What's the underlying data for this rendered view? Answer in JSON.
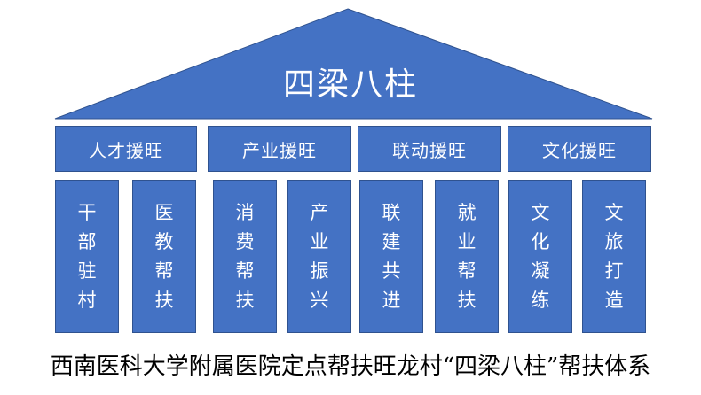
{
  "title": "四梁八柱",
  "beams": [
    {
      "label": "人才援旺",
      "pillars": [
        "干部驻村",
        "医教帮扶"
      ]
    },
    {
      "label": "产业援旺",
      "pillars": [
        "消费帮扶",
        "产业振兴"
      ]
    },
    {
      "label": "联动援旺",
      "pillars": [
        "联建共进",
        "就业帮扶"
      ]
    },
    {
      "label": "文化援旺",
      "pillars": [
        "文化凝练",
        "文旅打造"
      ]
    }
  ],
  "caption": "西南医科大学附属医院定点帮扶旺龙村“四梁八柱”帮扶体系",
  "colors": {
    "fill": "#4472c4",
    "border": "#2f528f",
    "text_on_fill": "#ffffff"
  }
}
